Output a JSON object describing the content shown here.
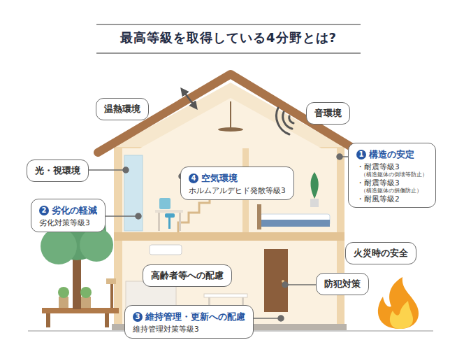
{
  "diagram": {
    "title": "最高等級を取得している4分野とは?",
    "nodes": [
      {
        "text": [
          "温熱環境"
        ]
      },
      {
        "text": [
          "音環境"
        ]
      },
      {
        "text": [
          "光・視環境"
        ]
      },
      {
        "text": [
          "1",
          "構造の安定",
          "・耐震等級3",
          "（構造躯体の倒壊等防止）",
          "・耐震等級3",
          "（構造躯体の損傷防止）",
          "・耐風等級2"
        ]
      },
      {
        "text": [
          "4",
          "空気環境",
          "ホルムアルデヒド発散等級3"
        ]
      },
      {
        "text": [
          "2",
          "劣化の軽減",
          "劣化対策等級3"
        ]
      },
      {
        "text": [
          "火災時の安全"
        ]
      },
      {
        "text": [
          "高齢者等への配慮"
        ]
      },
      {
        "text": [
          "防犯対策"
        ]
      },
      {
        "text": [
          "3",
          "維持管理・更新への配慮",
          "維持管理対策等級3"
        ]
      }
    ]
  }
}
